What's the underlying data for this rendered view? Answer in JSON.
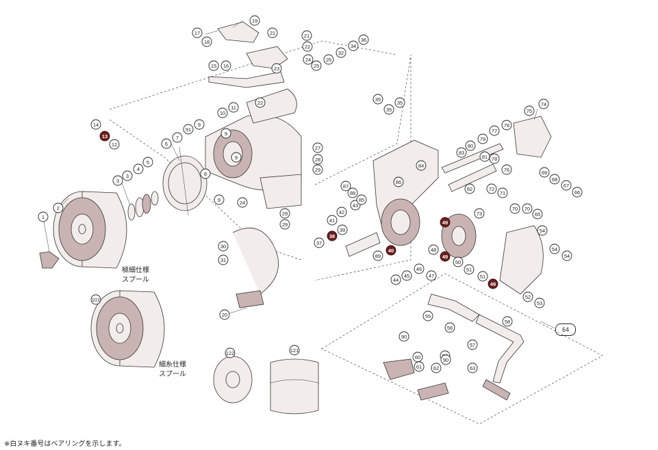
{
  "labels": {
    "spool_extra_fine": [
      "極細仕様",
      "スプール"
    ],
    "spool_fine": [
      "細糸仕様",
      "スプール"
    ]
  },
  "page_number": "64",
  "footnote": "※白ヌキ番号はベアリングを示します。",
  "callouts": [
    "1",
    "2",
    "3",
    "3",
    "4",
    "5",
    "6",
    "7",
    "8",
    "9",
    "9",
    "9",
    "9",
    "10",
    "11",
    "12",
    "13",
    "14",
    "15",
    "16",
    "17",
    "18",
    "19",
    "20",
    "21",
    "21",
    "22",
    "22",
    "23",
    "24",
    "24",
    "25",
    "26",
    "27",
    "28",
    "29",
    "29",
    "29",
    "30",
    "31",
    "32",
    "34",
    "35",
    "35",
    "35",
    "36",
    "37",
    "38",
    "39",
    "40",
    "41",
    "42",
    "43",
    "44",
    "45",
    "46",
    "47",
    "48",
    "49",
    "49",
    "49",
    "50",
    "51",
    "51",
    "52",
    "53",
    "54",
    "54",
    "54",
    "55",
    "56",
    "57",
    "58",
    "59",
    "60",
    "61",
    "62",
    "63",
    "65",
    "66",
    "67",
    "68",
    "69",
    "70",
    "70",
    "71",
    "72",
    "73",
    "74",
    "75",
    "76",
    "76",
    "77",
    "78",
    "79",
    "80",
    "81",
    "82",
    "83",
    "84",
    "85",
    "86",
    "87",
    "88",
    "89",
    "90",
    "90",
    "91",
    "101",
    "121",
    "122"
  ],
  "bearing_callouts": [
    "13",
    "38",
    "40",
    "49",
    "49",
    "49"
  ]
}
